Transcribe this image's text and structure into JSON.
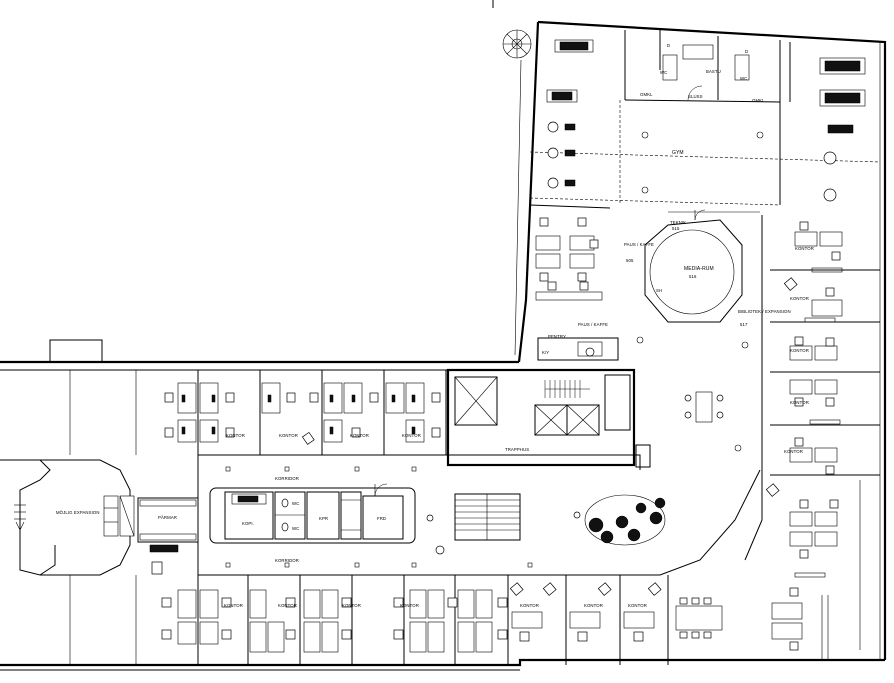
{
  "rooms": {
    "mojlig_expansion": "MÖJLIG EXPANSION",
    "parmar": "PÄRMAR",
    "korridor_top": "KORRIDOR",
    "korridor_bottom": "KORRIDOR",
    "kopi": "KOPI.",
    "wc_a": "WC",
    "wc_b": "WC",
    "kpr": "KPR",
    "frd": "FRD",
    "trapphus": "TRAPPHUS",
    "gym": "GYM",
    "bastu": "BASTU",
    "slussen": "SLUSS",
    "omkl_left": "OMKL",
    "omkl_right": "OMKL",
    "wc_gym_left": "WC",
    "wc_gym_right": "WC",
    "d_left": "D",
    "d_right": "D",
    "teknik": "TEKNIK",
    "teknik_no": "515",
    "paus_kaffe_505": "PAUS / KAFFE",
    "paus_505_no": "505",
    "mediarum": "MEDIA-RUM",
    "mediarum_no": "516",
    "bibliotek": "BIBLIOTEK / EXPANSION",
    "bibliotek_no": "517",
    "pentry": "PENTRY",
    "paus_kaffe_small": "PAUS / KAFFE",
    "kontor": "KONTOR",
    "kontor_r1": "KONTOR",
    "kontor_r2": "KONTOR",
    "kontor_r3": "KONTOR",
    "kontor_r4": "KONTOR",
    "kontor_r5": "KONTOR",
    "kontor_u1": "KONTOR",
    "kontor_u2": "KONTOR",
    "kontor_u3": "KONTOR",
    "kontor_l1": "KONTOR",
    "kontor_l2": "KONTOR",
    "kontor_l3": "KONTOR",
    "kontor_l4": "KONTOR",
    "kontor_l5": "KONTOR",
    "kontor_l6": "KONTOR",
    "kontor_l7": "KONTOR",
    "ky": "K/Y",
    "sh": "SH"
  }
}
